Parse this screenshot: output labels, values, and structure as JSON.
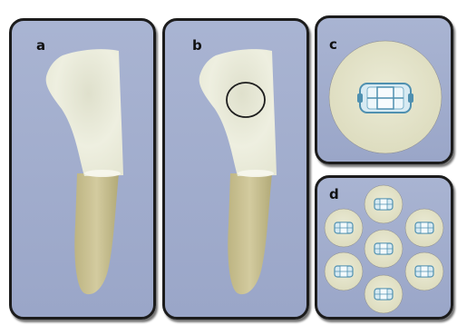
{
  "panels": {
    "a": {
      "label": "a"
    },
    "b": {
      "label": "b"
    },
    "c": {
      "label": "c"
    },
    "d": {
      "label": "d"
    }
  },
  "colors": {
    "panel_bg": "#9ea9cb",
    "border": "#1c1c1c",
    "crown": "#ebecdb",
    "root": "#c8c191",
    "disc": "#e3e2c8",
    "bracket_body": "#d7eaf2",
    "bracket_accent": "#4f90b0"
  }
}
